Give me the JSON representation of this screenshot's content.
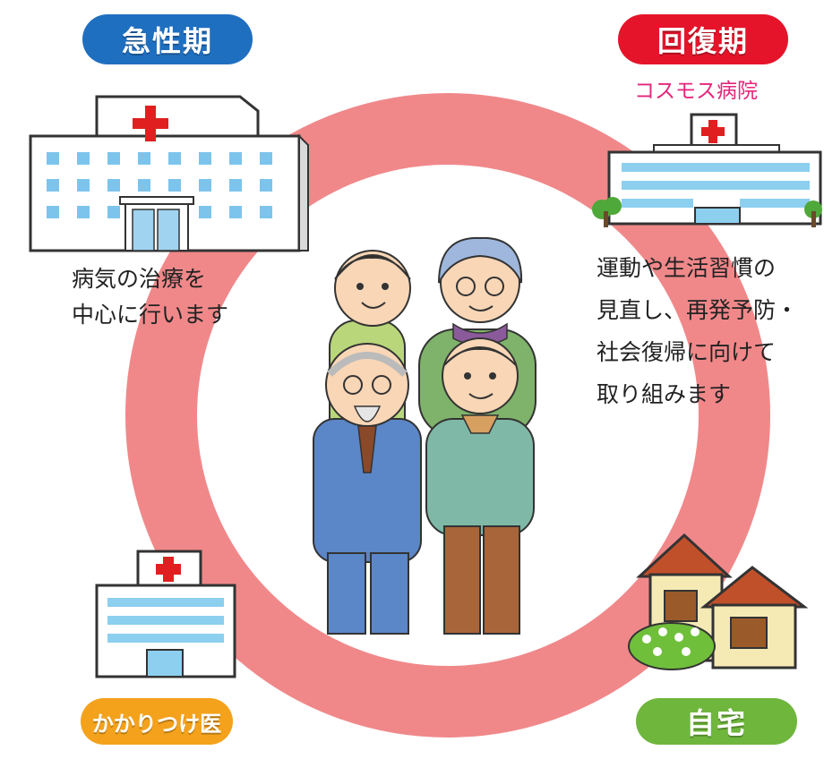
{
  "labels": {
    "acute": "急性期",
    "recovery": "回復期",
    "clinic": "かかりつけ医",
    "home": "自宅"
  },
  "hospital_name": "コスモス病院",
  "descriptions": {
    "acute": "病気の治療を\n中心に行います",
    "recovery": "運動や生活習慣の\n見直し、再発予防・\n社会復帰に向けて\n取り組みます"
  },
  "colors": {
    "ring": "#f0888a",
    "acute_label": "#1f6fc0",
    "recovery_label": "#e5142b",
    "clinic_label": "#f4a21c",
    "home_label": "#6fb63d",
    "hospital_name": "#e5267b",
    "cross": "#e02020"
  },
  "icons": [
    "large-hospital-icon",
    "cosmos-hospital-icon",
    "clinic-icon",
    "house-icon",
    "elderly-group-illustration"
  ]
}
